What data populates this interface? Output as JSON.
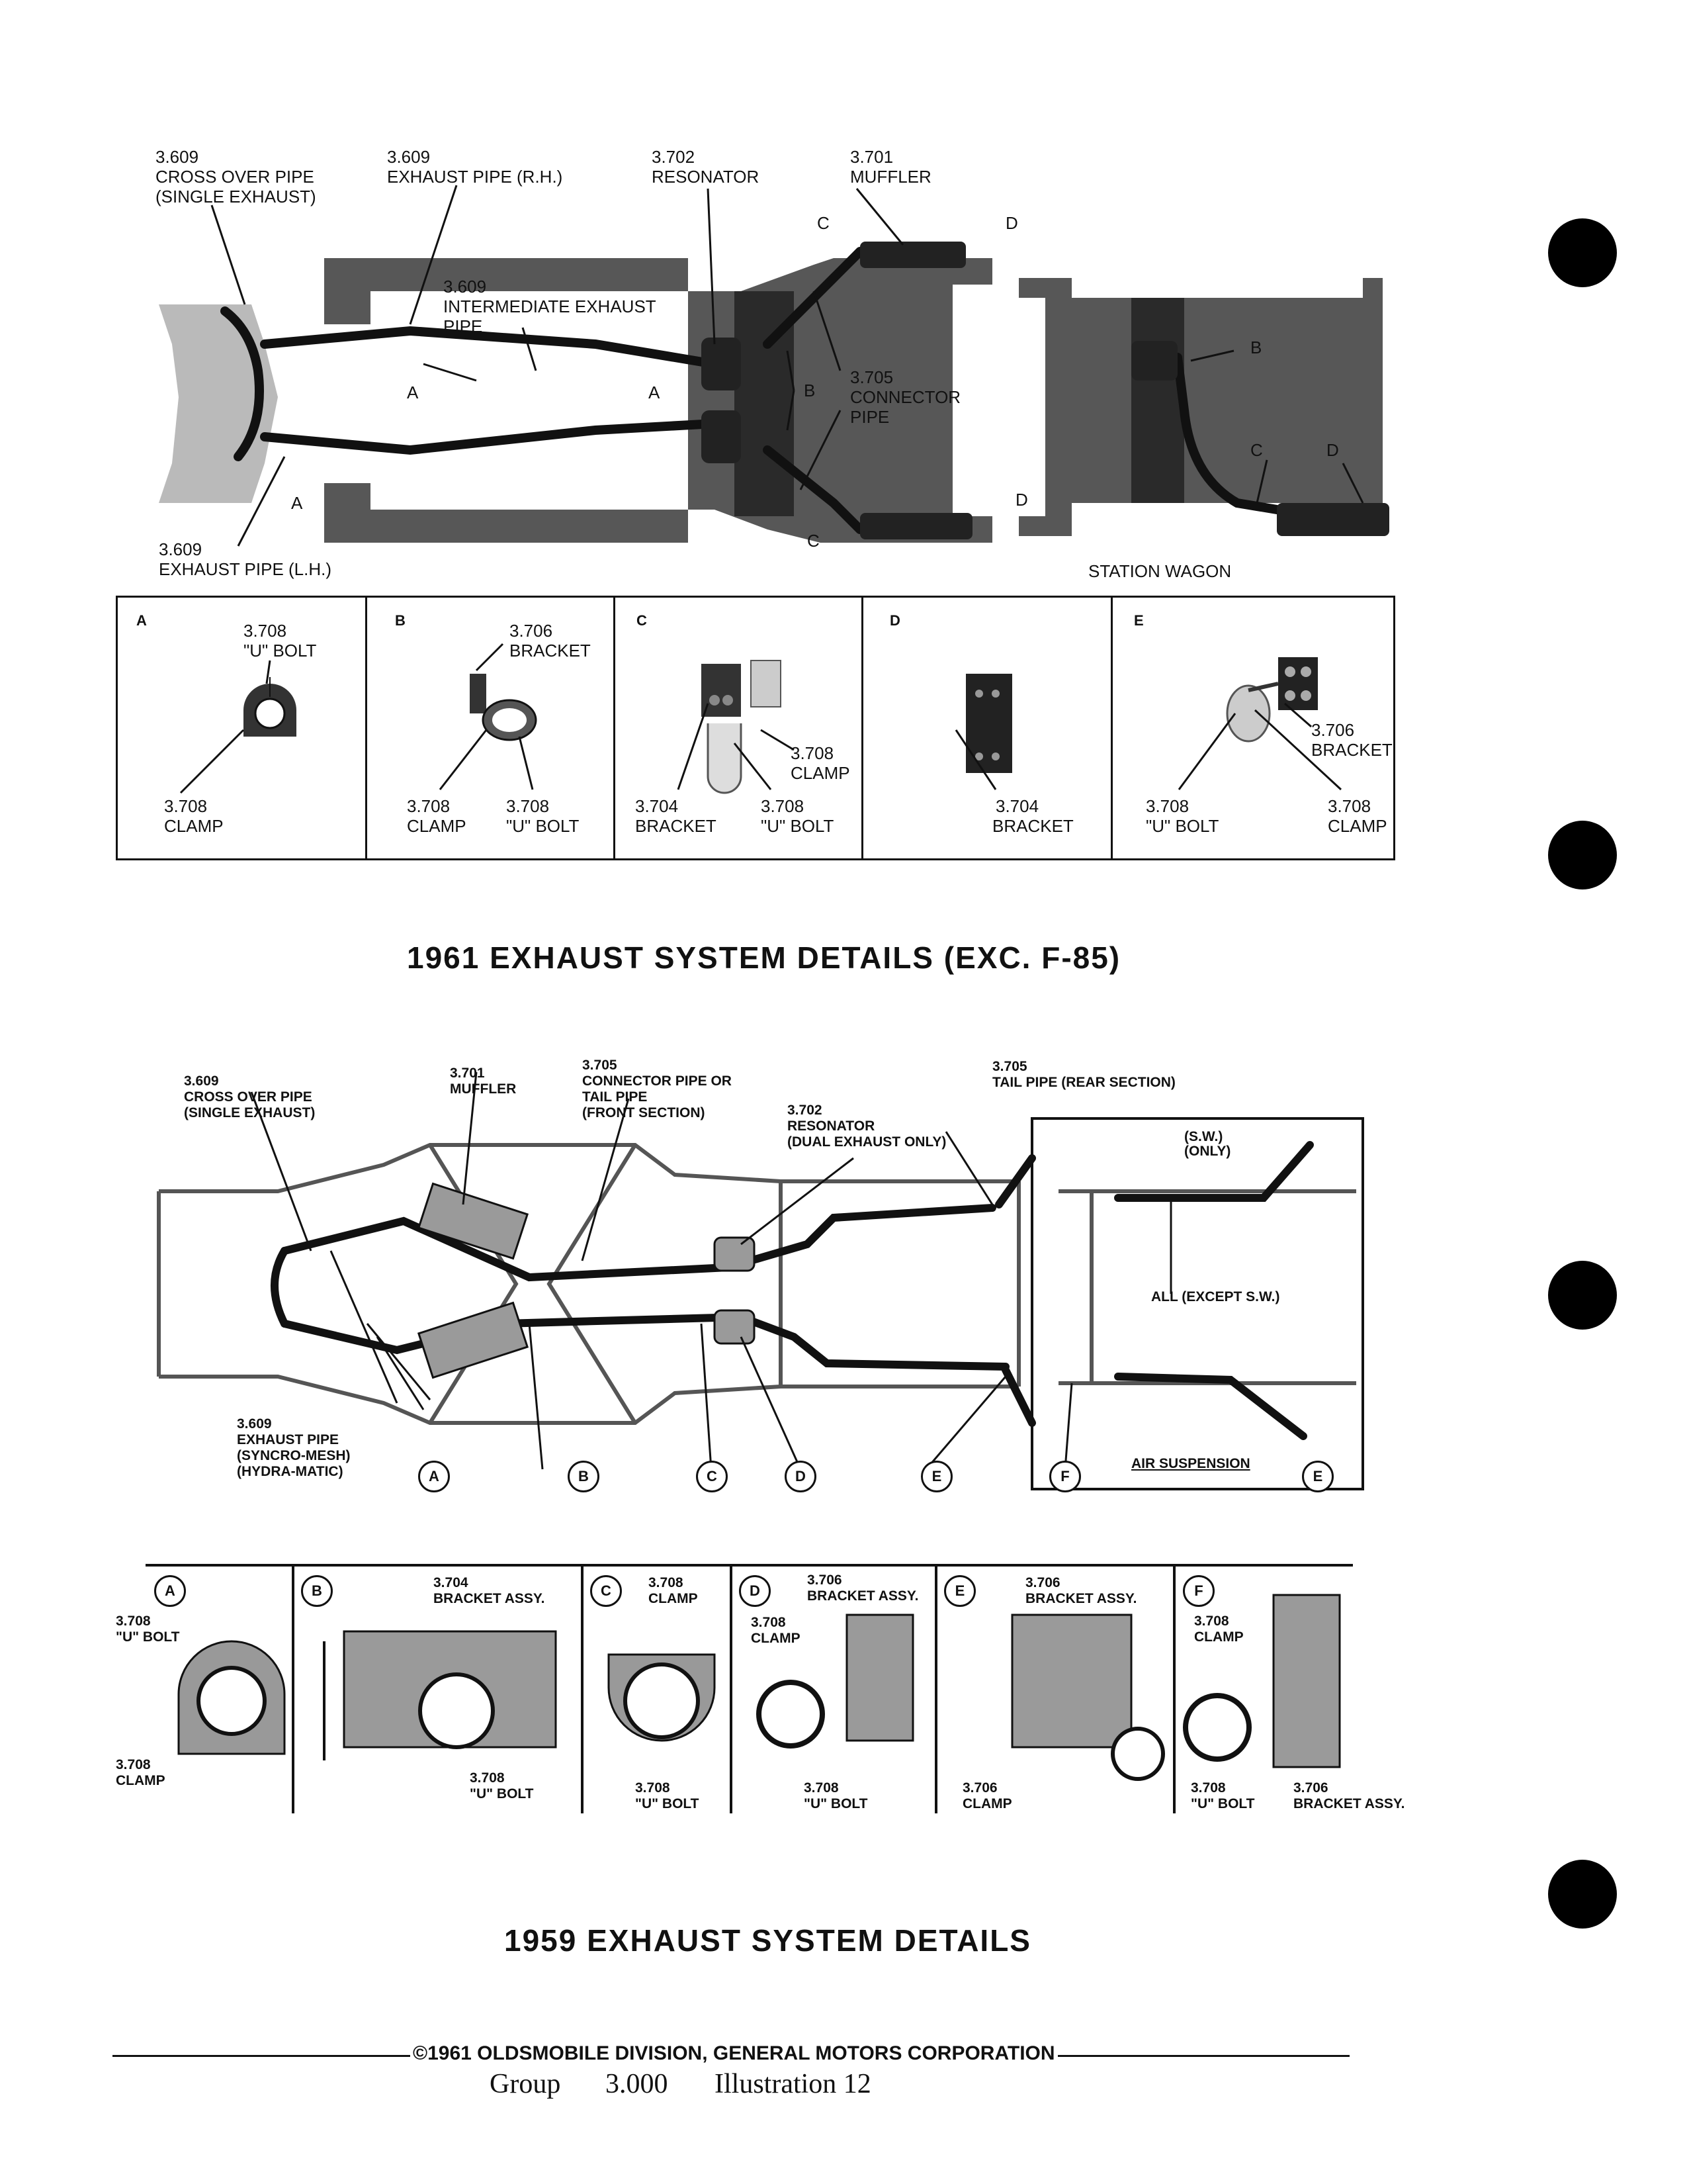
{
  "top_diagram": {
    "labels": {
      "crossover_num": "3.609",
      "crossover_l1": "CROSS OVER PIPE",
      "crossover_l2": "(SINGLE EXHAUST)",
      "rh_num": "3.609",
      "rh_l1": "EXHAUST PIPE (R.H.)",
      "resonator_num": "3.702",
      "resonator_l1": "RESONATOR",
      "muffler_num": "3.701",
      "muffler_l1": "MUFFLER",
      "inter_num": "3.609",
      "inter_l1": "INTERMEDIATE EXHAUST",
      "inter_l2": "PIPE",
      "connector_num": "3.705",
      "connector_l1": "CONNECTOR",
      "connector_l2": "PIPE",
      "lh_num": "3.609",
      "lh_l1": "EXHAUST PIPE (L.H.)",
      "station_wagon": "STATION WAGON",
      "letter_a": "A",
      "letter_b": "B",
      "letter_c": "C",
      "letter_d": "D"
    }
  },
  "top_details": [
    {
      "letter": "A",
      "top_num": "3.708",
      "top_text": "\"U\" BOLT",
      "bl_num": "3.708",
      "bl_text": "CLAMP",
      "br_num": "",
      "br_text": ""
    },
    {
      "letter": "B",
      "top_num": "3.706",
      "top_text": "BRACKET",
      "bl_num": "3.708",
      "bl_text": "CLAMP",
      "br_num": "3.708",
      "br_text": "\"U\" BOLT"
    },
    {
      "letter": "C",
      "top_num": "3.708",
      "top_text": "CLAMP",
      "bl_num": "3.704",
      "bl_text": "BRACKET",
      "br_num": "3.708",
      "br_text": "\"U\" BOLT"
    },
    {
      "letter": "D",
      "top_num": "",
      "top_text": "",
      "bl_num": "3.704",
      "bl_text": "BRACKET",
      "br_num": "",
      "br_text": ""
    },
    {
      "letter": "E",
      "top_num": "3.706",
      "top_text": "BRACKET",
      "bl_num": "3.708",
      "bl_text": "\"U\" BOLT",
      "br_num": "3.708",
      "br_text": "CLAMP"
    }
  ],
  "heading_1961": "1961 EXHAUST SYSTEM DETAILS (EXC. F-85)",
  "mid_diagram": {
    "labels": {
      "crossover_num": "3.609",
      "crossover_l1": "CROSS OVER PIPE",
      "crossover_l2": "(SINGLE EXHAUST)",
      "muffler_num": "3.701",
      "muffler_l1": "MUFFLER",
      "connector_num": "3.705",
      "connector_l1": "CONNECTOR PIPE OR",
      "connector_l2": "TAIL PIPE",
      "connector_l3": "(FRONT SECTION)",
      "resonator_num": "3.702",
      "resonator_l1": "RESONATOR",
      "resonator_l2": "(DUAL EXHAUST ONLY)",
      "tail_num": "3.705",
      "tail_l1": "TAIL PIPE (REAR SECTION)",
      "sw_l1": "(S.W.)",
      "sw_l2": "(ONLY)",
      "all_except": "ALL (EXCEPT S.W.)",
      "exhaust_num": "3.609",
      "exhaust_l1": "EXHAUST PIPE",
      "exhaust_l2": "(SYNCRO-MESH)",
      "exhaust_l3": "(HYDRA-MATIC)",
      "air_suspension": "AIR SUSPENSION"
    },
    "callouts": [
      "A",
      "B",
      "C",
      "D",
      "E",
      "F",
      "E"
    ]
  },
  "bottom_details": [
    {
      "letter": "A",
      "t1": "3.708",
      "t2": "\"U\" BOLT",
      "b1": "3.708",
      "b2": "CLAMP"
    },
    {
      "letter": "B",
      "t1": "3.704",
      "t2": "BRACKET ASSY.",
      "b1": "3.708",
      "b2": "\"U\" BOLT"
    },
    {
      "letter": "C",
      "t1": "3.708",
      "t2": "CLAMP",
      "b1": "3.708",
      "b2": "\"U\" BOLT"
    },
    {
      "letter": "D",
      "t1": "3.706",
      "t2": "BRACKET ASSY.",
      "m1": "3.708",
      "m2": "CLAMP",
      "b1": "3.708",
      "b2": "\"U\" BOLT"
    },
    {
      "letter": "E",
      "t1": "3.706",
      "t2": "BRACKET ASSY.",
      "b1": "3.706",
      "b2": "CLAMP"
    },
    {
      "letter": "F",
      "t1": "3.708",
      "t2": "CLAMP",
      "b1": "3.708",
      "b2": "\"U\" BOLT",
      "b3": "3.706",
      "b4": "BRACKET ASSY."
    }
  ],
  "heading_1959": "1959 EXHAUST SYSTEM DETAILS",
  "footer": {
    "copyright": "©1961 OLDSMOBILE DIVISION, GENERAL MOTORS CORPORATION",
    "group_label": "Group",
    "group_num": "3.000",
    "illustration": "Illustration 12"
  }
}
